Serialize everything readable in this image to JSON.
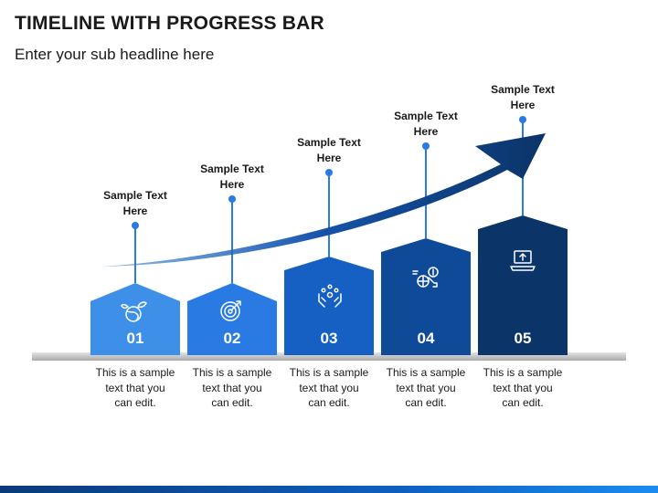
{
  "header": {
    "title": "TIMELINE WITH PROGRESS BAR",
    "subtitle": "Enter your sub headline here"
  },
  "colors": {
    "step1": "#3d8fe8",
    "step2": "#2a7ae3",
    "step3": "#1560c2",
    "step4": "#0f4a99",
    "step5": "#0b3468",
    "arrow": "#0d3f85",
    "baseline": "#c4c4c4"
  },
  "steps": [
    {
      "number": "01",
      "label_line1": "Sample Text",
      "label_line2": "Here",
      "desc_line1": "This is a sample",
      "desc_line2": "text that you",
      "desc_line3": "can edit.",
      "icon": "globe-plant-icon"
    },
    {
      "number": "02",
      "label_line1": "Sample Text",
      "label_line2": "Here",
      "desc_line1": "This is a sample",
      "desc_line2": "text that you",
      "desc_line3": "can edit.",
      "icon": "target-icon"
    },
    {
      "number": "03",
      "label_line1": "Sample Text",
      "label_line2": "Here",
      "desc_line1": "This is a sample",
      "desc_line2": "text that you",
      "desc_line3": "can edit.",
      "icon": "hands-ideas-icon"
    },
    {
      "number": "04",
      "label_line1": "Sample Text",
      "label_line2": "Here",
      "desc_line1": "This is a sample",
      "desc_line2": "text that you",
      "desc_line3": "can edit.",
      "icon": "key-money-icon"
    },
    {
      "number": "05",
      "label_line1": "Sample Text",
      "label_line2": "Here",
      "desc_line1": "This is a sample",
      "desc_line2": "text that you",
      "desc_line3": "can edit.",
      "icon": "laptop-upload-icon"
    }
  ]
}
